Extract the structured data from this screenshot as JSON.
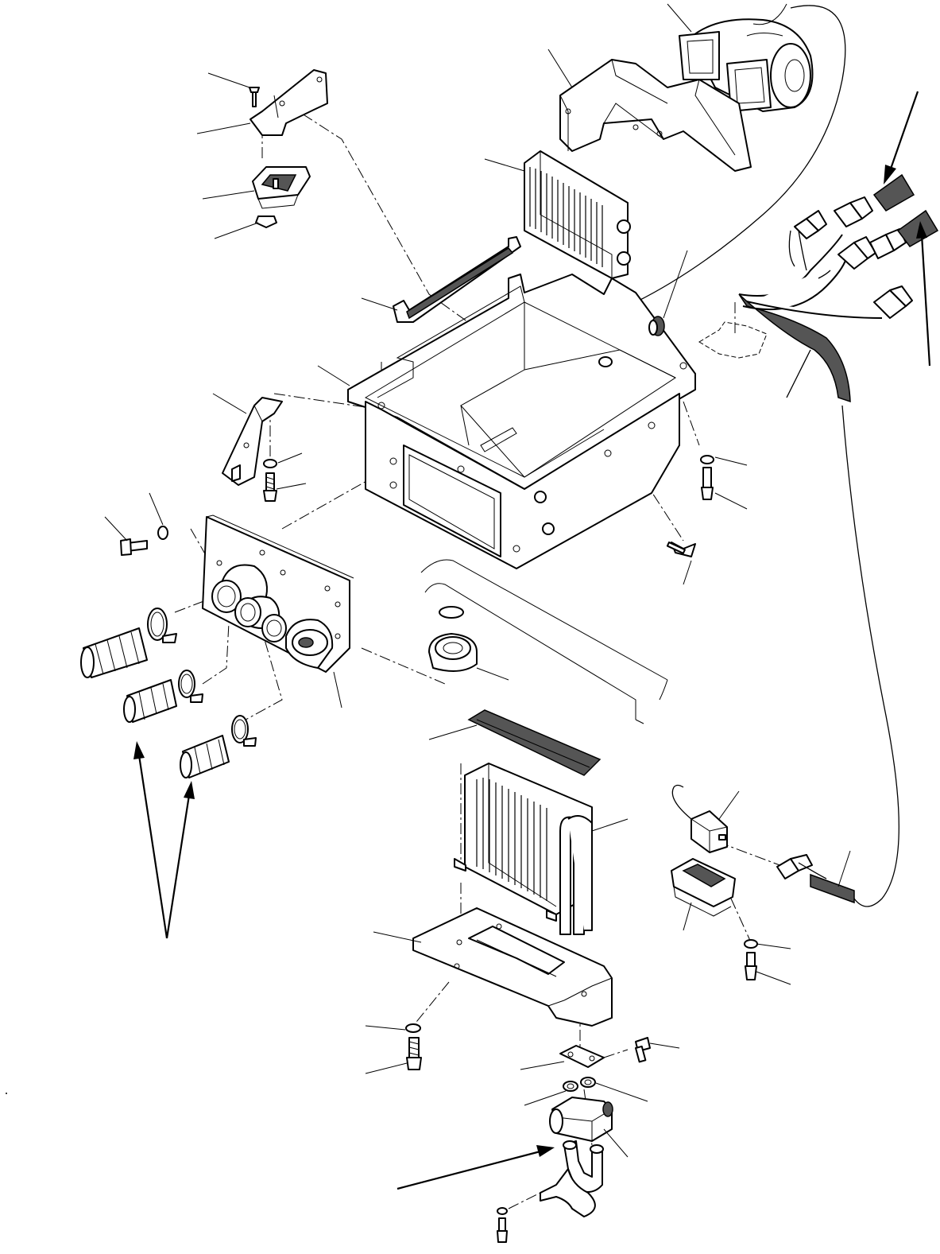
{
  "diagram": {
    "type": "exploded-parts-view",
    "parts": [
      {
        "id": "blower-motor",
        "icon": "blower-motor-icon"
      },
      {
        "id": "blower-duct",
        "icon": "duct-icon"
      },
      {
        "id": "upper-heater-core",
        "icon": "heater-core-icon"
      },
      {
        "id": "electrical-harness",
        "icon": "wire-harness-icon"
      },
      {
        "id": "resistor",
        "icon": "resistor-icon"
      },
      {
        "id": "mounting-bracket",
        "icon": "bracket-icon"
      },
      {
        "id": "filter-strip",
        "icon": "filter-icon"
      },
      {
        "id": "heater-box",
        "icon": "housing-icon"
      },
      {
        "id": "side-bracket",
        "icon": "bracket-icon"
      },
      {
        "id": "outlet-plate",
        "icon": "outlet-plate-icon"
      },
      {
        "id": "flex-hoses",
        "icon": "hose-icon"
      },
      {
        "id": "grommet",
        "icon": "grommet-icon"
      },
      {
        "id": "air-filter",
        "icon": "filter-icon"
      },
      {
        "id": "evaporator",
        "icon": "evaporator-icon"
      },
      {
        "id": "base-plate",
        "icon": "base-plate-icon"
      },
      {
        "id": "relay",
        "icon": "relay-icon"
      },
      {
        "id": "relay-socket",
        "icon": "socket-icon"
      },
      {
        "id": "expansion-valve",
        "icon": "valve-icon"
      },
      {
        "id": "pipe-fitting",
        "icon": "pipe-icon"
      },
      {
        "id": "screws-and-washers",
        "icon": "screw-icon"
      }
    ]
  }
}
